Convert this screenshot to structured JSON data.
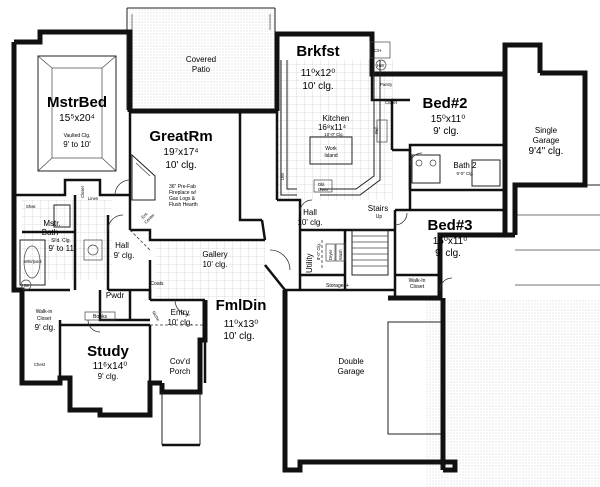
{
  "rooms": {
    "covered_patio": {
      "name_line1": "Covered",
      "name_line2": "Patio"
    },
    "master_bed": {
      "name": "MstrBed",
      "size": "15⁵x20⁴",
      "note1": "Vaulted Clg.",
      "note2": "9' to 10'"
    },
    "breakfast": {
      "name": "Brkfst",
      "size": "11⁰x12⁰",
      "ceiling": "10' clg."
    },
    "kitchen": {
      "name": "Kitchen",
      "size": "16⁸x11⁴",
      "ceiling": "10'-0\" Clg."
    },
    "work_island": {
      "line1": "Work",
      "line2": "Island"
    },
    "great_room": {
      "name": "GreatRm",
      "size": "19⁷x17⁴",
      "ceiling": "10' clg."
    },
    "fireplace": {
      "line1": "36\" Pre-Fab",
      "line2": "Fireplace w/",
      "line3": "Gas Logs &",
      "line4": "Flush Hearth"
    },
    "ent_center": {
      "line1": "Ent.",
      "line2": "Center"
    },
    "bed2": {
      "name": "Bed#2",
      "size": "15⁰x11⁰",
      "ceiling": "9' clg."
    },
    "bath2": {
      "name": "Bath 2",
      "ceiling": "9'-0\" Clg."
    },
    "bed3": {
      "name": "Bed#3",
      "size": "15⁰x11⁰",
      "ceiling": "9' clg."
    },
    "single_garage": {
      "line1": "Single",
      "line2": "Garage",
      "ceiling": "9'4\" clg."
    },
    "master_bath": {
      "name_line1": "Mstr.",
      "name_line2": "Bath",
      "ceiling": "Sl'd. Clg.",
      "ceiling2": "9' to 11'"
    },
    "whirlpool": {
      "label": "Whirlpool"
    },
    "hall_left": {
      "name": "Hall",
      "ceiling": "9' clg."
    },
    "hall_center": {
      "name": "Hall",
      "ceiling": "10' clg."
    },
    "gallery": {
      "name": "Gallery",
      "ceiling": "10' clg."
    },
    "powder": {
      "name": "Pwdr"
    },
    "coats": {
      "name": "Coats"
    },
    "entry": {
      "name": "Entry",
      "ceiling": "10' clg."
    },
    "family_dining": {
      "name": "FmlDin",
      "size": "11⁰x13⁰",
      "ceiling": "10' clg."
    },
    "utility": {
      "name": "Utility",
      "ceiling": "8'-0\" Clg.",
      "dryer": "Dryer",
      "washer": "Wash"
    },
    "storage": {
      "name": "Storage"
    },
    "walkin_closet_right": {
      "line1": "Walk-In",
      "line2": "Closet"
    },
    "walkin_closet_left": {
      "line1": "Walk-in",
      "line2": "Closet",
      "ceiling": "9' clg."
    },
    "study": {
      "name": "Study",
      "size": "11⁶x14⁰",
      "ceiling": "9' clg."
    },
    "books": {
      "name": "Books"
    },
    "covered_porch": {
      "line1": "Cov'd",
      "line2": "Porch"
    },
    "double_garage": {
      "line1": "Double",
      "line2": "Garage"
    },
    "stairs": {
      "name": "Stairs",
      "direction": "Up"
    }
  },
  "small_labels": {
    "pantry": "Pantry",
    "closet": "Closet",
    "closet_master_top": "Closet",
    "chest": "Chest",
    "linen": "Linen",
    "shwr": "Shwr.",
    "hw_top": "HW",
    "hw_left": "HW",
    "ch": "C/H",
    "ref": "Ref.",
    "dbl_oven": "Dbl.",
    "dbl_oven2": "Oven",
    "dw": "DW",
    "niche": "Niche",
    "plus": "+"
  }
}
